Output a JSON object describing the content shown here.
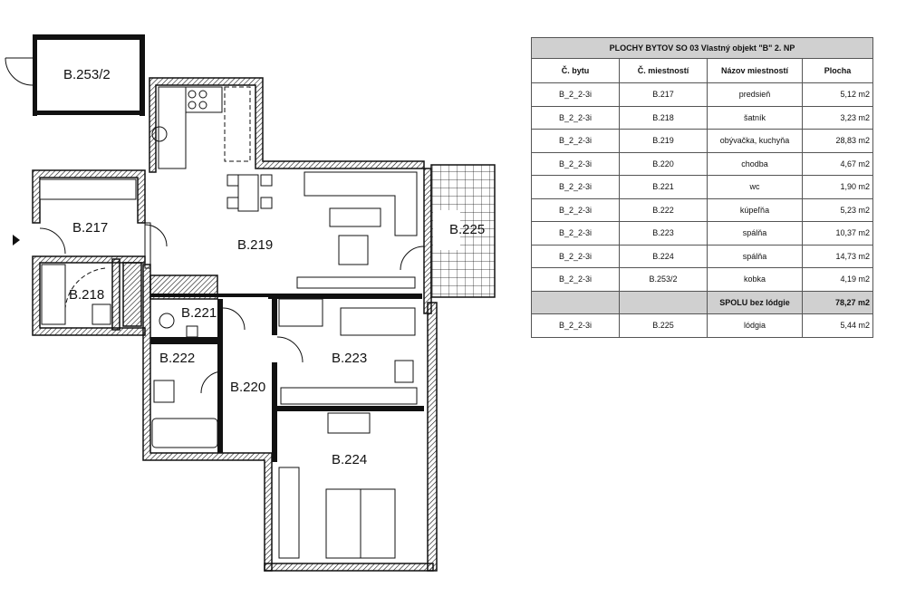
{
  "rooms": {
    "b253_2": "B.253/2",
    "b217": "B.217",
    "b218": "B.218",
    "b219": "B.219",
    "b220": "B.220",
    "b221": "B.221",
    "b222": "B.222",
    "b223": "B.223",
    "b224": "B.224",
    "b225": "B.225"
  },
  "table": {
    "title": "PLOCHY BYTOV SO 03   Vlastný objekt \"B\"   2. NP",
    "headers": [
      "Č. bytu",
      "Č. miestností",
      "Názov miestností",
      "Plocha"
    ],
    "rows": [
      [
        "B_2_2-3i",
        "B.217",
        "predsieň",
        "5,12 m2"
      ],
      [
        "B_2_2-3i",
        "B.218",
        "šatník",
        "3,23 m2"
      ],
      [
        "B_2_2-3i",
        "B.219",
        "obývačka, kuchyňa",
        "28,83 m2"
      ],
      [
        "B_2_2-3i",
        "B.220",
        "chodba",
        "4,67 m2"
      ],
      [
        "B_2_2-3i",
        "B.221",
        "wc",
        "1,90 m2"
      ],
      [
        "B_2_2-3i",
        "B.222",
        "kúpeľňa",
        "5,23 m2"
      ],
      [
        "B_2_2-3i",
        "B.223",
        "spálňa",
        "10,37 m2"
      ],
      [
        "B_2_2-3i",
        "B.224",
        "spálňa",
        "14,73 m2"
      ],
      [
        "B_2_2-3i",
        "B.253/2",
        "kobka",
        "4,19 m2"
      ]
    ],
    "total": [
      "",
      "",
      "SPOLU bez lódgie",
      "78,27 m2"
    ],
    "extra_row": [
      "B_2_2-3i",
      "B.225",
      "lódgia",
      "5,44 m2"
    ]
  }
}
